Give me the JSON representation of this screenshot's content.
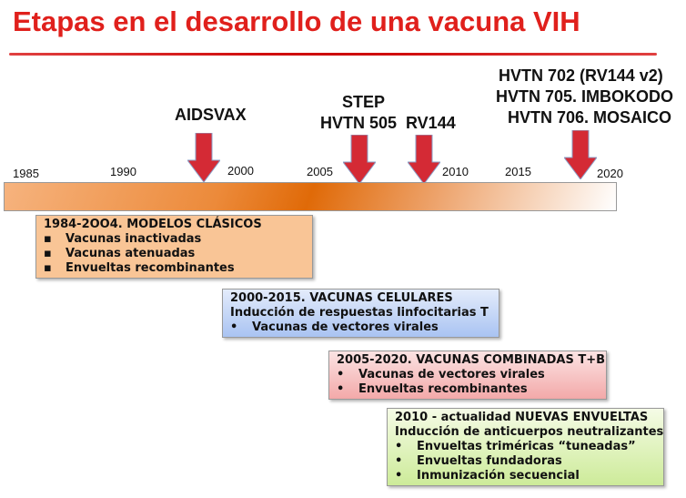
{
  "title": "Etapas en el desarrollo de una vacuna VIH",
  "milestones": {
    "aidsvax": "AIDSVAX",
    "step": "STEP",
    "hvtn505": "HVTN 505",
    "rv144": "RV144",
    "hvtn702": "HVTN 702 (RV144 v2)",
    "hvtn705": "HVTN 705. IMBOKODO",
    "hvtn706": "HVTN 706. MOSAICO"
  },
  "years": [
    "1985",
    "1990",
    "2000",
    "2005",
    "2010",
    "2015",
    "2020"
  ],
  "colors": {
    "title": "#e0201c",
    "arrow": "#d42a35"
  },
  "boxes": [
    {
      "heading": "1984-2OO4. MODELOS CLÁSICOS",
      "items": [
        "Vacunas inactivadas",
        "Vacunas atenuadas",
        "Envueltas recombinantes"
      ]
    },
    {
      "heading": "2000-2015. VACUNAS CELULARES",
      "subheading": "Inducción de respuestas linfocitarias T",
      "items": [
        "Vacunas de vectores virales"
      ]
    },
    {
      "heading": "2005-2020. VACUNAS COMBINADAS T+B",
      "items": [
        "Vacunas de vectores virales",
        "Envueltas recombinantes"
      ]
    },
    {
      "heading": "2010 - actualidad  NUEVAS ENVUELTAS",
      "subheading": "Inducción de anticuerpos neutralizantes",
      "items": [
        "Envueltas triméricas “tuneadas”",
        "Envueltas fundadoras",
        "Inmunización secuencial"
      ]
    }
  ]
}
